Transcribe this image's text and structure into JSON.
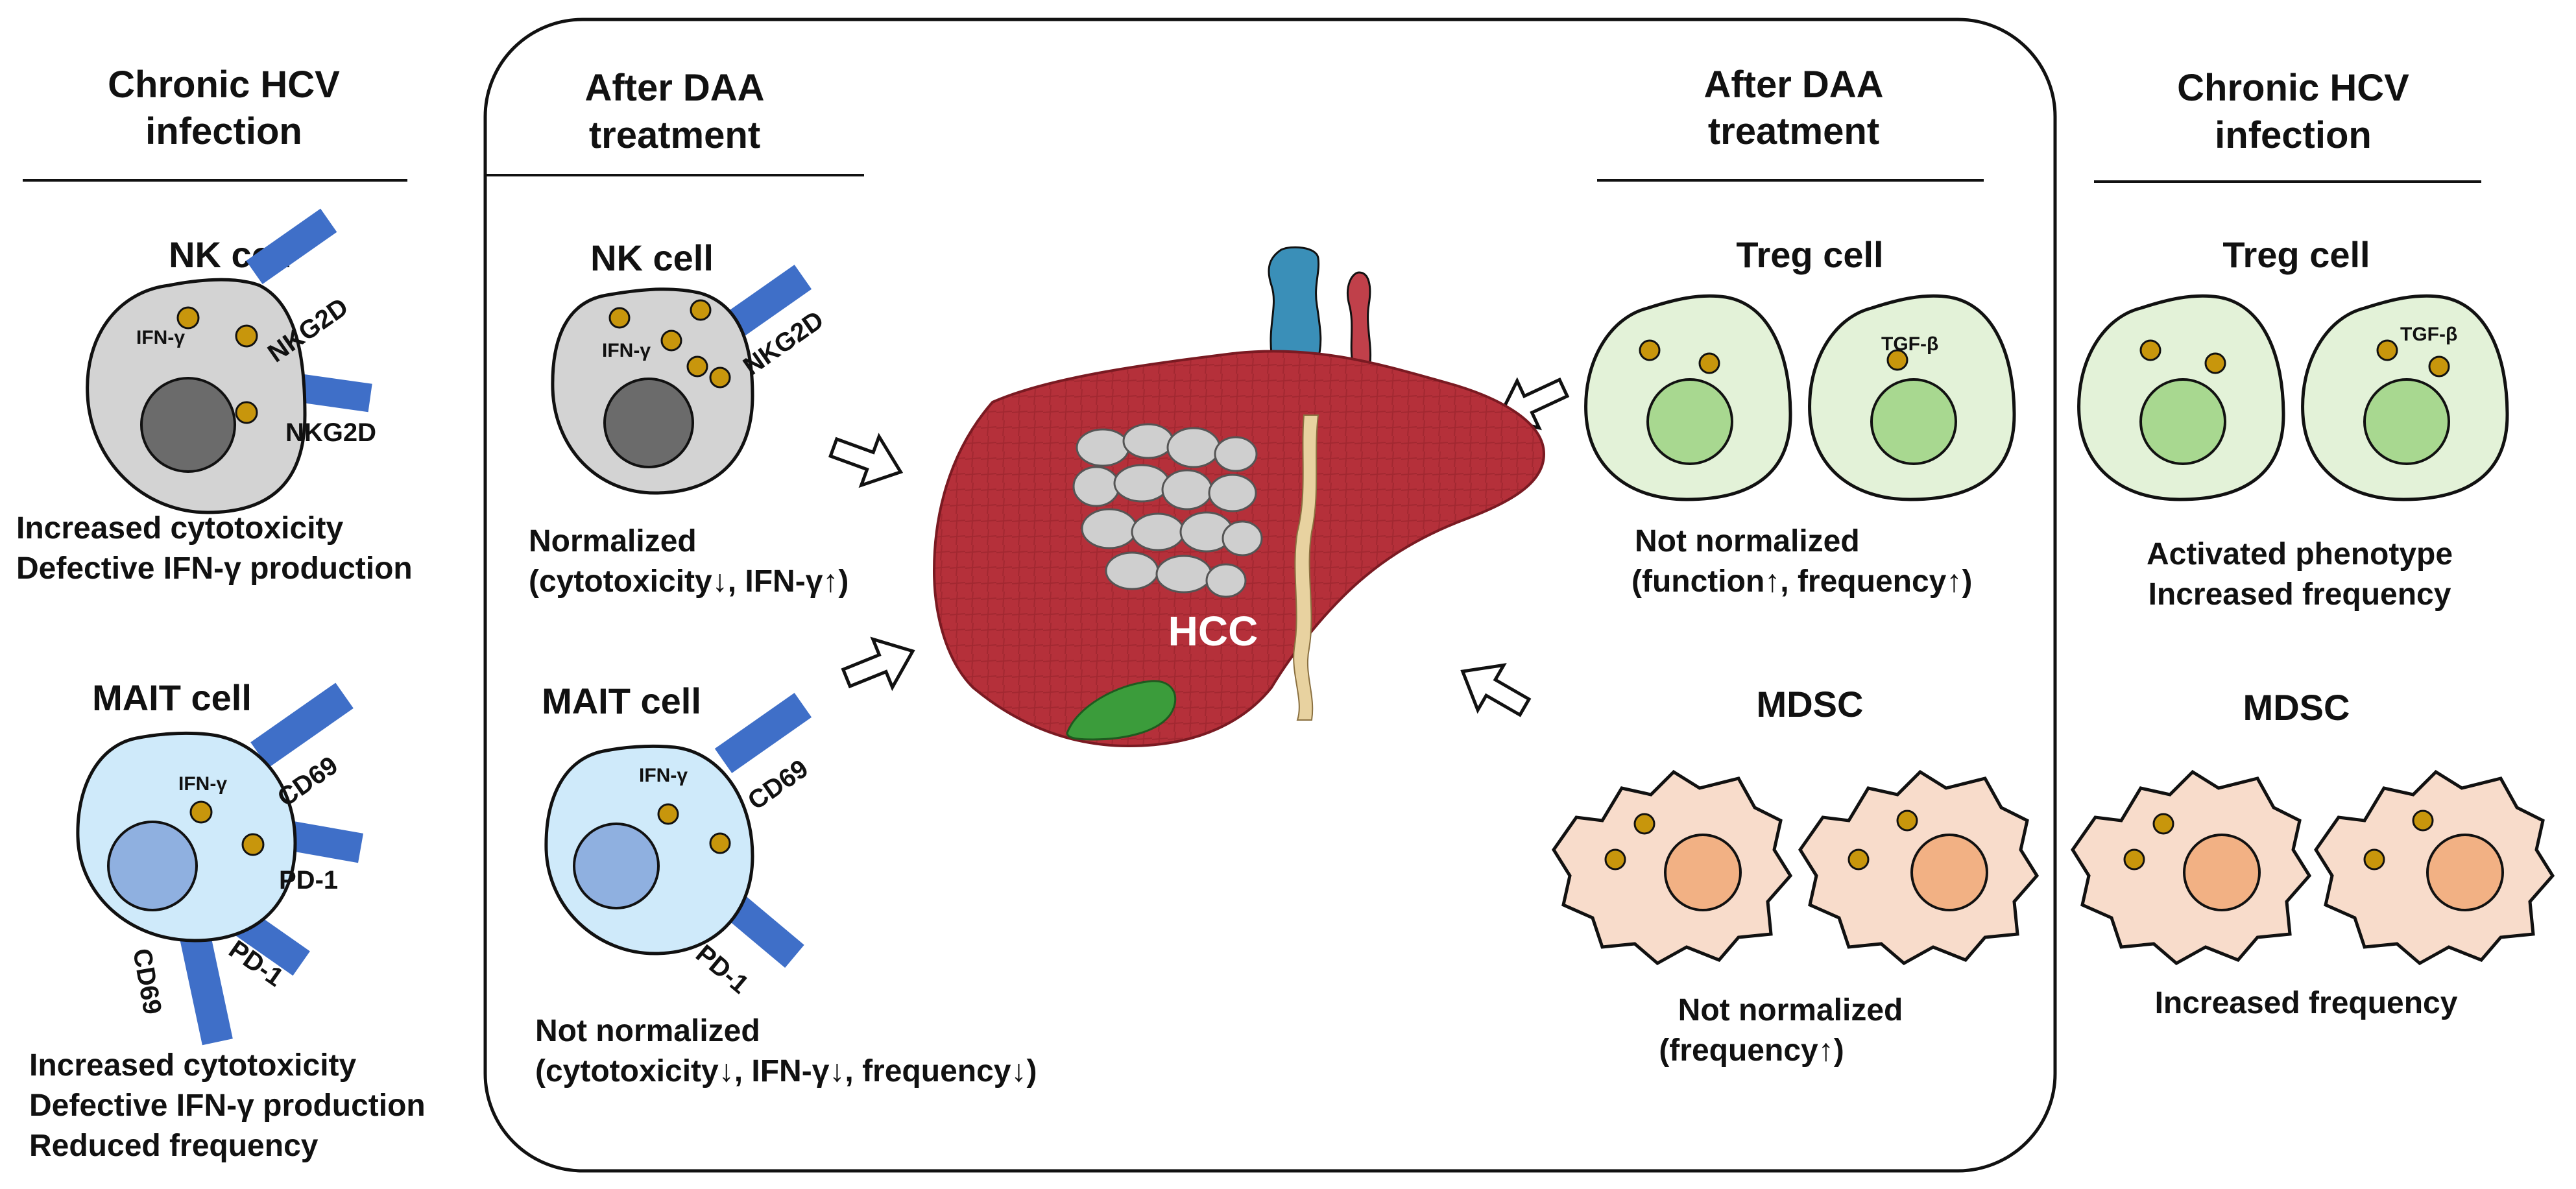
{
  "colors": {
    "receptor": "#3f6fc8",
    "granule": "#c8960c",
    "nk_body": "#d3d3d3",
    "nk_nucleus": "#6b6b6b",
    "mait_body": "#cfeafa",
    "mait_nucleus": "#8fb0e0",
    "treg_body": "#e3f2d8",
    "treg_nucleus": "#a8d890",
    "mdsc_body": "#f8dccb",
    "mdsc_nucleus": "#f2b184",
    "liver": "#b5303a",
    "gallbladder": "#3b9c3b",
    "vessel": "#3a8fb8",
    "duct": "#e8d2a0"
  },
  "left_panel": {
    "heading_line1": "Chronic HCV",
    "heading_line2": "infection",
    "nk": {
      "title": "NK cell",
      "receptor_label_a": "NKG2D",
      "receptor_label_b": "NKG2D",
      "granule_label": "IFN-γ",
      "desc_line1": "Increased cytotoxicity",
      "desc_line2": "Defective IFN-γ production"
    },
    "mait": {
      "title": "MAIT cell",
      "granule_label": "IFN-γ",
      "receptor_cd69_a": "CD69",
      "receptor_pd1_a": "PD-1",
      "receptor_pd1_b": "PD-1",
      "receptor_cd69_b": "CD69",
      "desc_line1": "Increased cytotoxicity",
      "desc_line2": "Defective IFN-γ production",
      "desc_line3": "Reduced frequency"
    }
  },
  "center_left": {
    "heading_line1": "After DAA",
    "heading_line2": "treatment",
    "nk": {
      "title": "NK cell",
      "receptor_label": "NKG2D",
      "granule_label": "IFN-γ",
      "desc_line1": "Normalized",
      "desc_line2": "(cytotoxicity↓, IFN-γ↑)"
    },
    "mait": {
      "title": "MAIT cell",
      "granule_label": "IFN-γ",
      "receptor_cd69": "CD69",
      "receptor_pd1": "PD-1",
      "desc_line1": "Not normalized",
      "desc_line2": "(cytotoxicity↓, IFN-γ↓, frequency↓)"
    }
  },
  "liver": {
    "label": "HCC"
  },
  "center_right": {
    "heading_line1": "After DAA",
    "heading_line2": "treatment",
    "treg": {
      "title": "Treg cell",
      "granule_label": "TGF-β",
      "desc_line1": "Not normalized",
      "desc_line2": "(function↑, frequency↑)"
    },
    "mdsc": {
      "title": "MDSC",
      "desc_line1": "Not normalized",
      "desc_line2": "(frequency↑)"
    }
  },
  "right_panel": {
    "heading_line1": "Chronic HCV",
    "heading_line2": "infection",
    "treg": {
      "title": "Treg cell",
      "granule_label": "TGF-β",
      "desc_line1": "Activated phenotype",
      "desc_line2": "Increased frequency"
    },
    "mdsc": {
      "title": "MDSC",
      "desc_line1": "Increased frequency"
    }
  }
}
